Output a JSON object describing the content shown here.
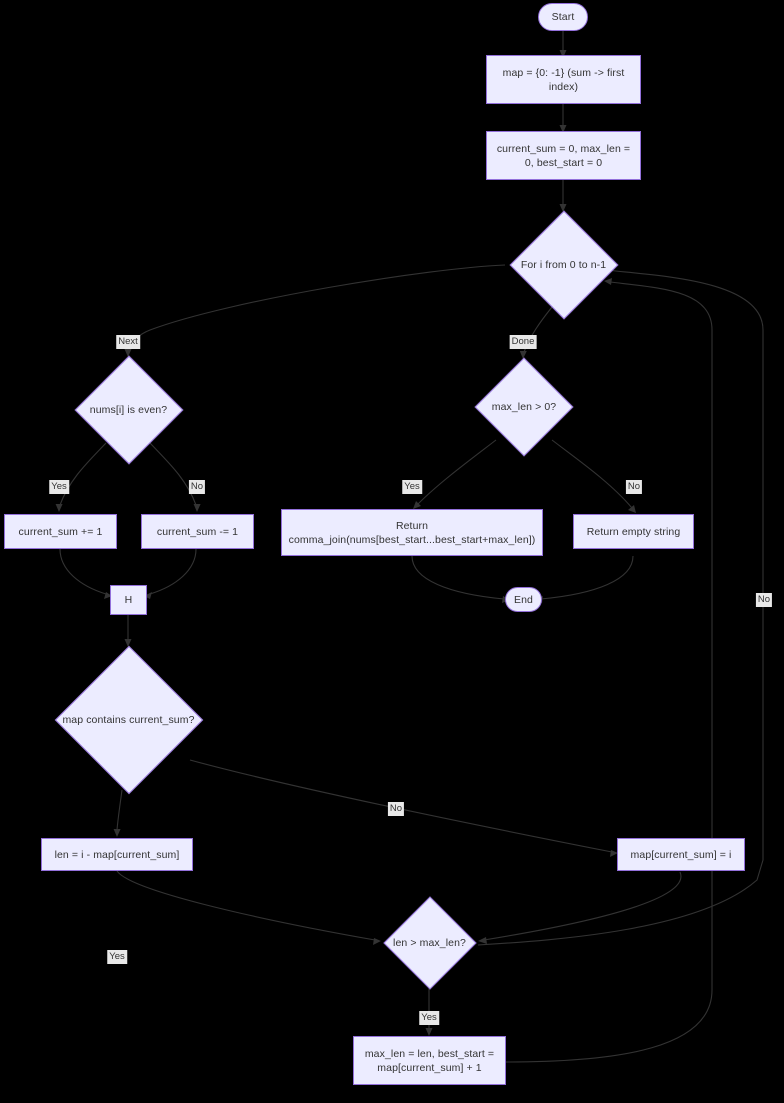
{
  "diagram": {
    "title": "Flowchart: longest even-odd balanced subarray as comma-joined string",
    "background_color": "#000000",
    "node_fill_color": "#ECECFF",
    "node_border_color": "#9370DB",
    "node_text_color": "#333333",
    "edge_color": "#333333",
    "edge_label_background": "#E8E8E8"
  },
  "nodes": {
    "start": {
      "label": "Start",
      "shape": "stadium"
    },
    "init_map": {
      "label": "map = {0: -1} (sum -> first index)",
      "shape": "rect"
    },
    "init_vars": {
      "label": "current_sum = 0, max_len = 0, best_start = 0",
      "shape": "rect"
    },
    "loop": {
      "label": "For i from 0 to n-1",
      "shape": "diamond"
    },
    "is_even": {
      "label": "nums[i] is even?",
      "shape": "diamond"
    },
    "sum_inc": {
      "label": "current_sum += 1",
      "shape": "rect"
    },
    "sum_dec": {
      "label": "current_sum -= 1",
      "shape": "rect"
    },
    "junction_h": {
      "label": "H",
      "shape": "rect"
    },
    "map_contains": {
      "label": "map contains current_sum?",
      "shape": "diamond"
    },
    "len_calc": {
      "label": "len = i - map[current_sum]",
      "shape": "rect"
    },
    "map_set": {
      "label": "map[current_sum] = i",
      "shape": "rect"
    },
    "len_gt": {
      "label": "len > max_len?",
      "shape": "diamond"
    },
    "update_best": {
      "label": "max_len = len, best_start = map[current_sum] + 1",
      "shape": "rect"
    },
    "max_len_gt_zero": {
      "label": "max_len > 0?",
      "shape": "diamond"
    },
    "return_join": {
      "label": "Return comma_join(nums[best_start...best_start+max_len])",
      "shape": "rect"
    },
    "return_empty": {
      "label": "Return empty string",
      "shape": "rect"
    },
    "end": {
      "label": "End",
      "shape": "stadium"
    }
  },
  "edge_labels": {
    "loop_next": "Next",
    "loop_done": "Done",
    "even_yes": "Yes",
    "even_no": "No",
    "contains_yes": "Yes",
    "contains_no": "No",
    "len_gt_yes": "Yes",
    "len_gt_no": "No",
    "maxlen_yes": "Yes",
    "maxlen_no": "No"
  }
}
